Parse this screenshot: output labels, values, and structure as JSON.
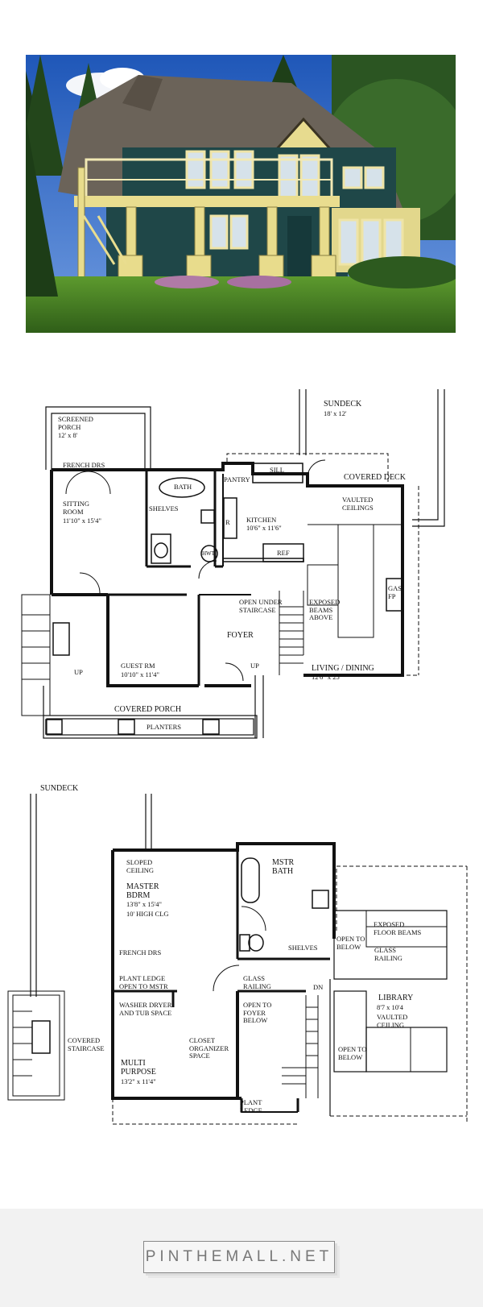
{
  "watermark": {
    "text": "PINTHEMALL.NET"
  },
  "main_floor": {
    "screened_porch": "SCREENED\nPORCH",
    "screened_porch_dim": "12' x 8'",
    "french_drs": "FRENCH DRS",
    "sitting_room": "SITTING\nROOM",
    "sitting_room_dim": "11'10\" x 15'4\"",
    "bath": "BATH",
    "shelves": "SHELVES",
    "pantry": "PANTRY",
    "sill": "SILL",
    "kitchen": "KITCHEN",
    "kitchen_dim": "10'6\" x 11'6\"",
    "r": "R",
    "ref": "REF",
    "hwt": "HWT",
    "sundeck": "SUNDECK",
    "sundeck_dim": "18' x 12'",
    "covered_deck": "COVERED DECK",
    "vaulted_ceilings": "VAULTED\nCEILINGS",
    "gas_fp": "GAS\nFP",
    "open_under_staircase": "OPEN UNDER\nSTAIRCASE",
    "exposed_beams_above": "EXPOSED\nBEAMS\nABOVE",
    "foyer": "FOYER",
    "guest_rm": "GUEST RM",
    "guest_rm_dim": "10'10\" x 11'4\"",
    "up1": "UP",
    "up2": "UP",
    "living_dining": "LIVING / DINING",
    "living_dining_dim": "12'6\" x 25'",
    "covered_porch": "COVERED PORCH",
    "planters": "PLANTERS"
  },
  "upper_floor": {
    "sundeck": "SUNDECK",
    "sloped_ceiling": "SLOPED\nCEILING",
    "master_bdrm": "MASTER\nBDRM",
    "master_bdrm_dim": "13'8\" x 15'4\"",
    "high_clg": "10' HIGH CLG",
    "mstr_bath": "MSTR\nBATH",
    "french_drs": "FRENCH DRS",
    "shelves": "SHELVES",
    "open_to_below_1": "OPEN TO\nBELOW",
    "exposed_floor_beams": "EXPOSED\nFLOOR BEAMS",
    "glass_railing_1": "GLASS\nRAILING",
    "plant_ledge_open": "PLANT LEDGE\nOPEN TO MSTR",
    "glass_railing_2": "GLASS\nRAILING",
    "washer_dryer": "WASHER DRYER\nand TUB SPACE",
    "open_to_foyer_below": "OPEN TO\nFOYER\nBELOW",
    "library": "LIBRARY",
    "library_dim": "8'7 x 10'4",
    "library_ceiling": "VAULTED\nCEILING",
    "covered_staircase": "COVERED\nSTAIRCASE",
    "closet_organizer": "CLOSET\nORGANIZER\nSPACE",
    "open_to_below_2": "OPEN TO\nBELOW",
    "multi_purpose": "MULTI\nPURPOSE",
    "multi_purpose_dim": "13'2\" x 11'4\"",
    "plant_ledge": "PLANT\nLEDGE",
    "dn": "DN"
  }
}
